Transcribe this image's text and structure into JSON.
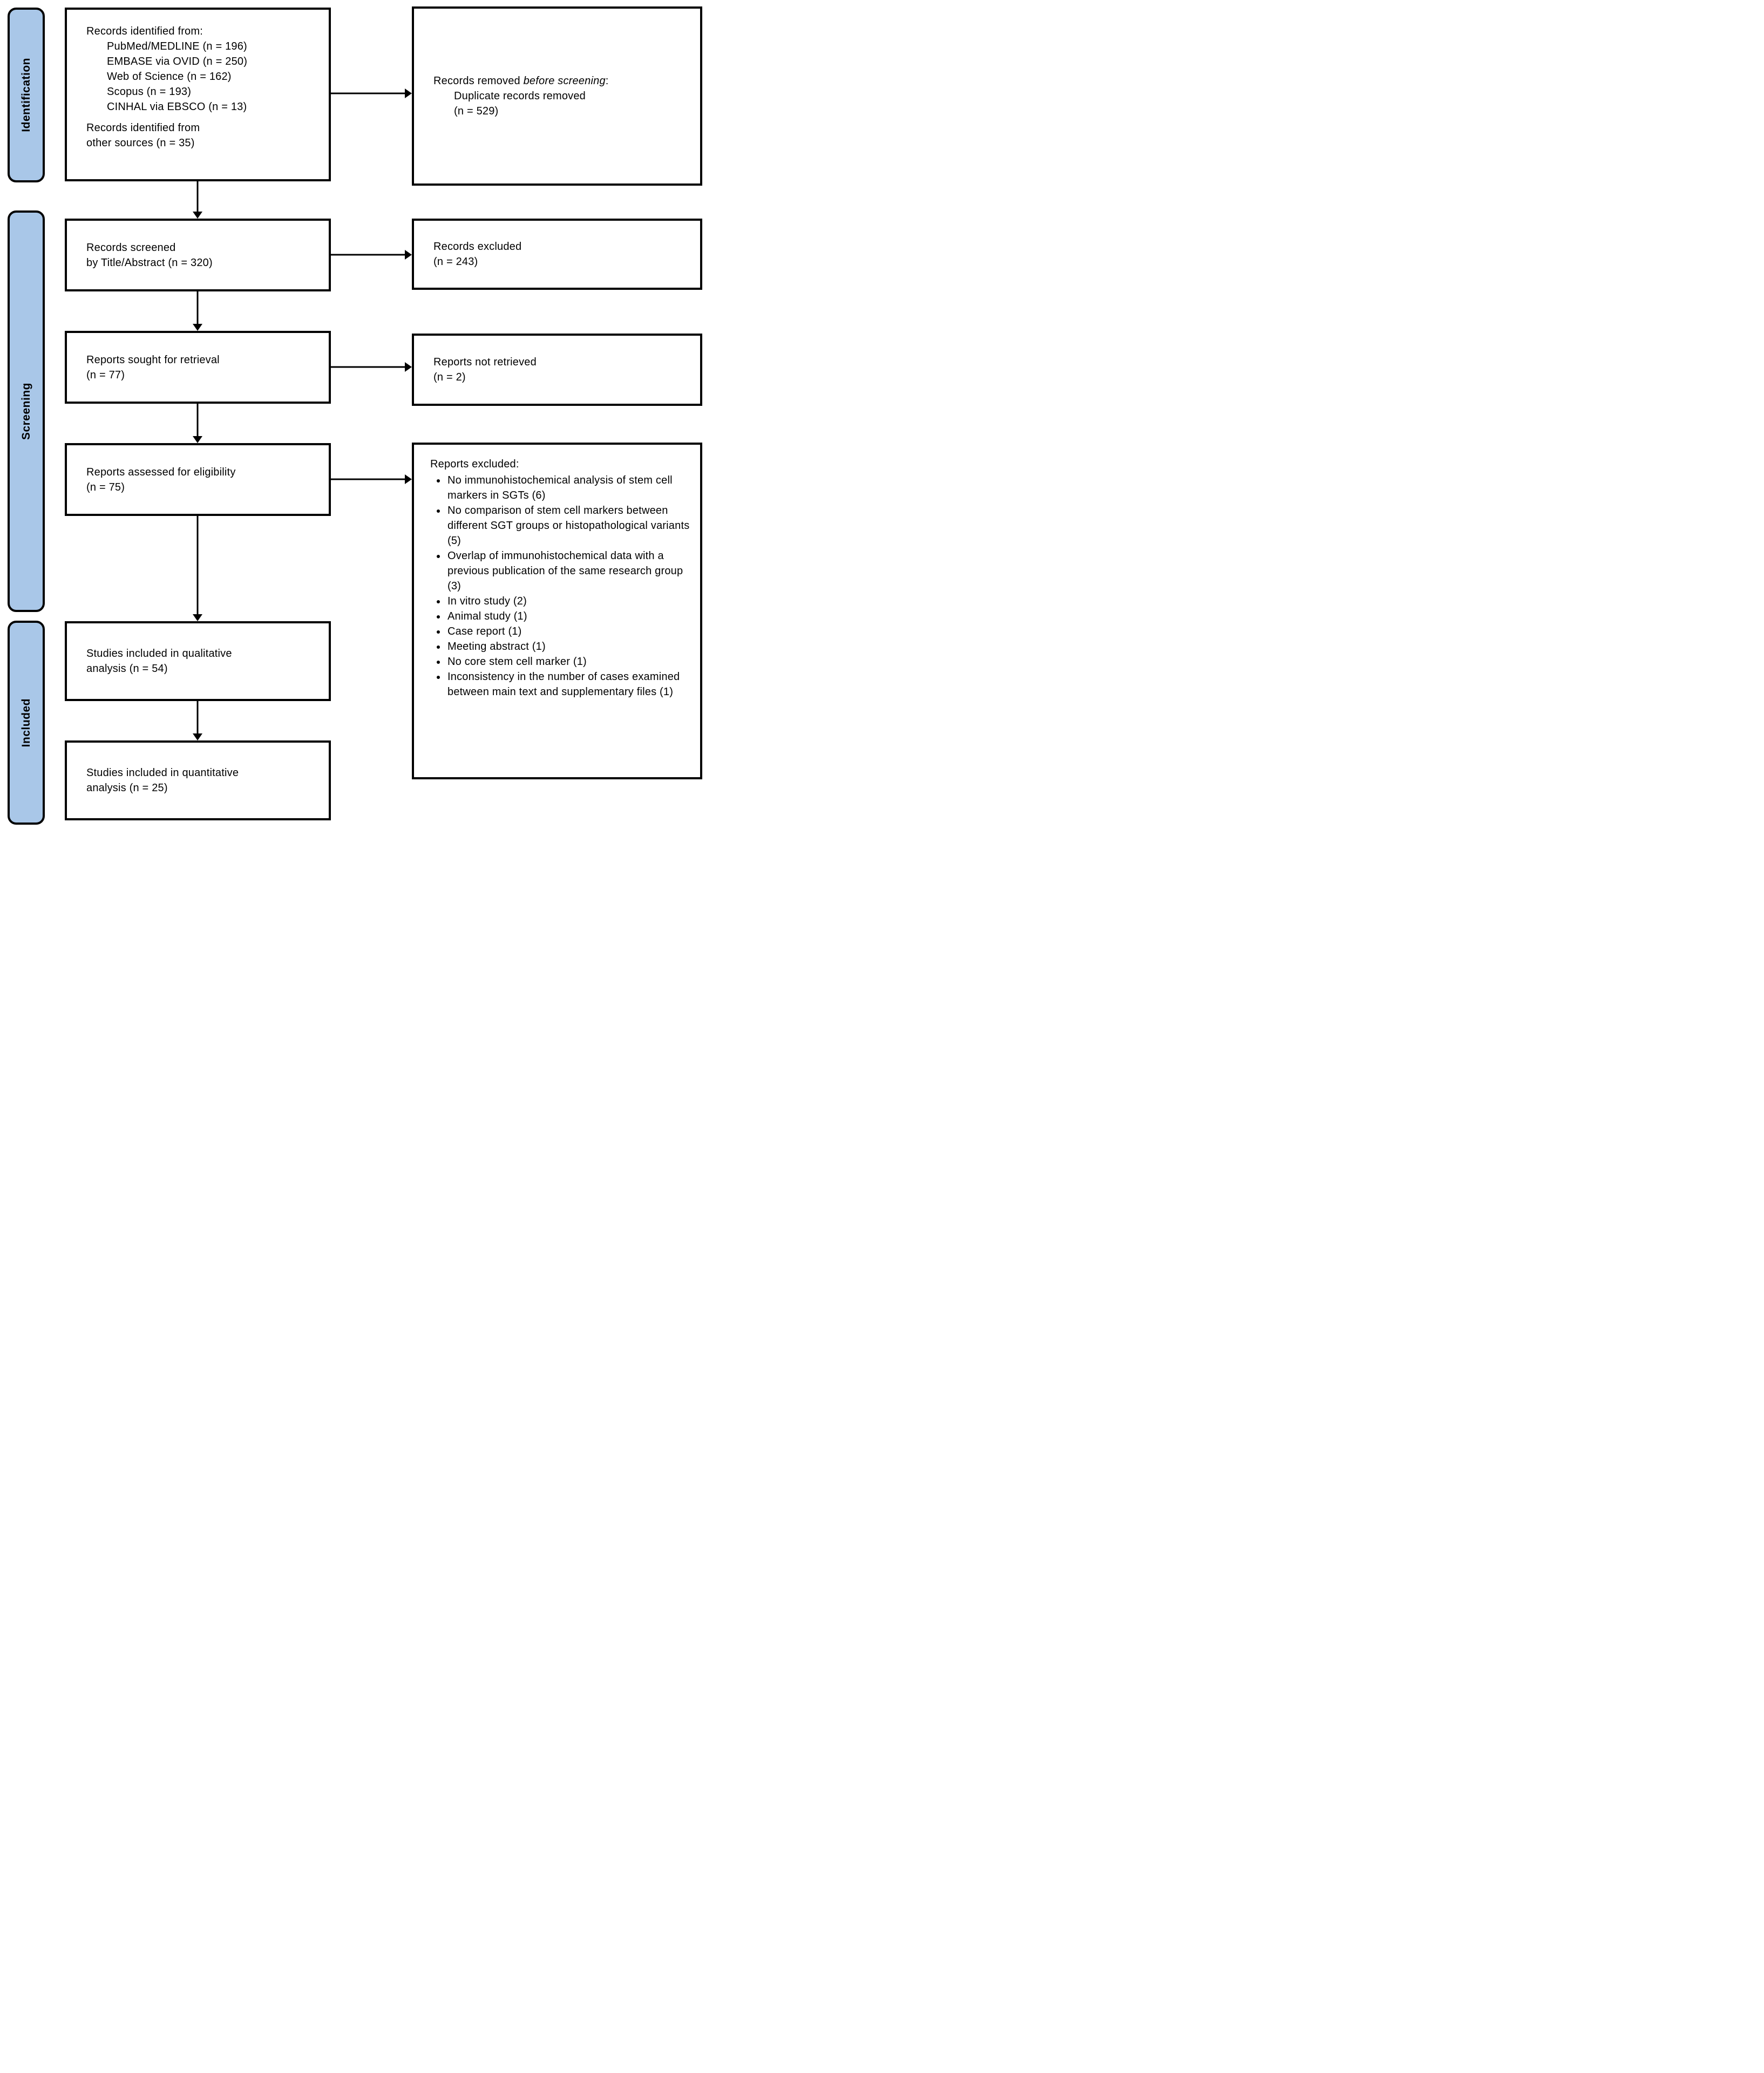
{
  "colors": {
    "sidebar_fill": "#a9c7e8",
    "border": "#000000",
    "background": "#ffffff",
    "text": "#000000"
  },
  "sidebar": {
    "identification_label": "Identification",
    "screening_label": "Screening",
    "included_label": "Included"
  },
  "boxes": {
    "records_identified": {
      "heading": "Records identified from:",
      "sources": [
        "PubMed/MEDLINE (n = 196)",
        "EMBASE via OVID (n = 250)",
        "Web of Science (n = 162)",
        "Scopus (n = 193)",
        "CINHAL via EBSCO (n = 13)"
      ],
      "other_line1": "Records identified from",
      "other_line2": "other sources (n = 35)"
    },
    "records_removed": {
      "line1_prefix": "Records removed ",
      "line1_italic": "before screening",
      "line1_suffix": ":",
      "line2": "Duplicate records removed",
      "line3": "(n = 529)"
    },
    "records_screened": {
      "line1": "Records screened",
      "line2": "by Title/Abstract (n = 320)"
    },
    "records_excluded": {
      "line1": "Records excluded",
      "line2": "(n = 243)"
    },
    "reports_sought": {
      "line1": "Reports sought for retrieval",
      "line2": "(n = 77)"
    },
    "reports_not_retrieved": {
      "line1": "Reports not retrieved",
      "line2": "(n = 2)"
    },
    "reports_assessed": {
      "line1": "Reports assessed for eligibility",
      "line2": "(n = 75)"
    },
    "reports_excluded": {
      "heading": "Reports excluded:",
      "reasons": [
        "No immunohistochemical analysis of stem cell markers in SGTs (6)",
        "No comparison of stem cell markers between different SGT groups or histopathological variants (5)",
        "Overlap of immunohistochemical data with a previous publication of the same research group (3)",
        "In vitro study (2)",
        "Animal study (1)",
        "Case report (1)",
        "Meeting abstract (1)",
        "No core stem cell marker (1)",
        "Inconsistency in the number of cases examined between main text and supplementary files (1)"
      ]
    },
    "qualitative": {
      "line1": "Studies included in qualitative",
      "line2": "analysis (n = 54)"
    },
    "quantitative": {
      "line1": "Studies included in quantitative",
      "line2": "analysis (n = 25)"
    }
  }
}
